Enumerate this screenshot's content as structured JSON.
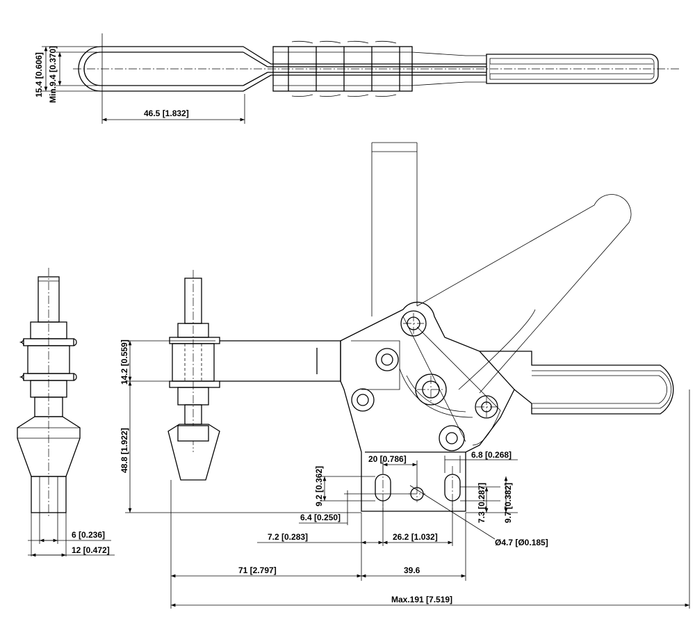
{
  "labels": {
    "top_height": "15.4 [0.606]",
    "top_min": "Min.9.4 [0.370]",
    "top_width": "46.5 [1.832]",
    "bar_height": "14.2 [0.559]",
    "clamp_height": "48.8 [1.922]",
    "slot_vertical": "9.2 [0.362]",
    "slot_offset": "6.4 [0.250]",
    "slot_spacing": "20 [0.786]",
    "slot_width_right": "6.8 [0.268]",
    "slot_h1": "7.3 [0.287]",
    "slot_h2": "9.7 [0.382]",
    "hole_dia": "Ø4.7 [Ø0.185]",
    "base_offset": "7.2 [0.283]",
    "hole_spacing": "26.2 [1.032]",
    "spindle_reach": "71 [2.797]",
    "base_length": "39.6",
    "max_length": "Max.191 [7.519]",
    "spindle_dia": "6 [0.236]",
    "foot_dia": "12 [0.472]"
  }
}
